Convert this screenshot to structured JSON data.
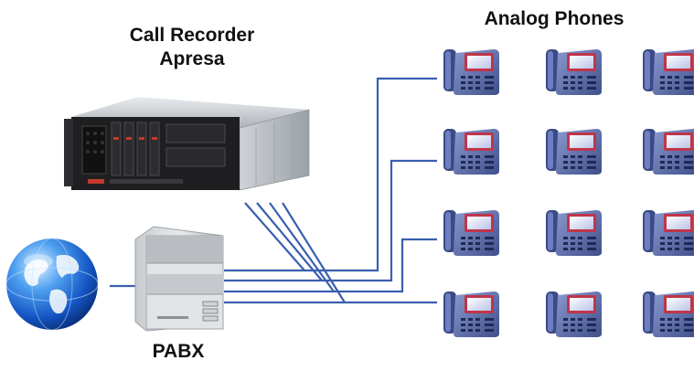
{
  "labels": {
    "recorder_line1": "Call Recorder",
    "recorder_line2": "Apresa",
    "phones": "Analog Phones",
    "pabx": "PABX"
  },
  "phone_grid": {
    "rows": 4,
    "cols": 3
  },
  "colors": {
    "wire": "#3a5fb0",
    "phone_body": "#5a6fa8",
    "phone_dark": "#2e3a68",
    "screen_frame": "#c0354a",
    "server": "#2a2a2a",
    "globe": "#1f6fd8"
  },
  "icons": [
    "globe-icon",
    "pabx-unit-icon",
    "server-rack-icon",
    "desk-phone-icon"
  ]
}
